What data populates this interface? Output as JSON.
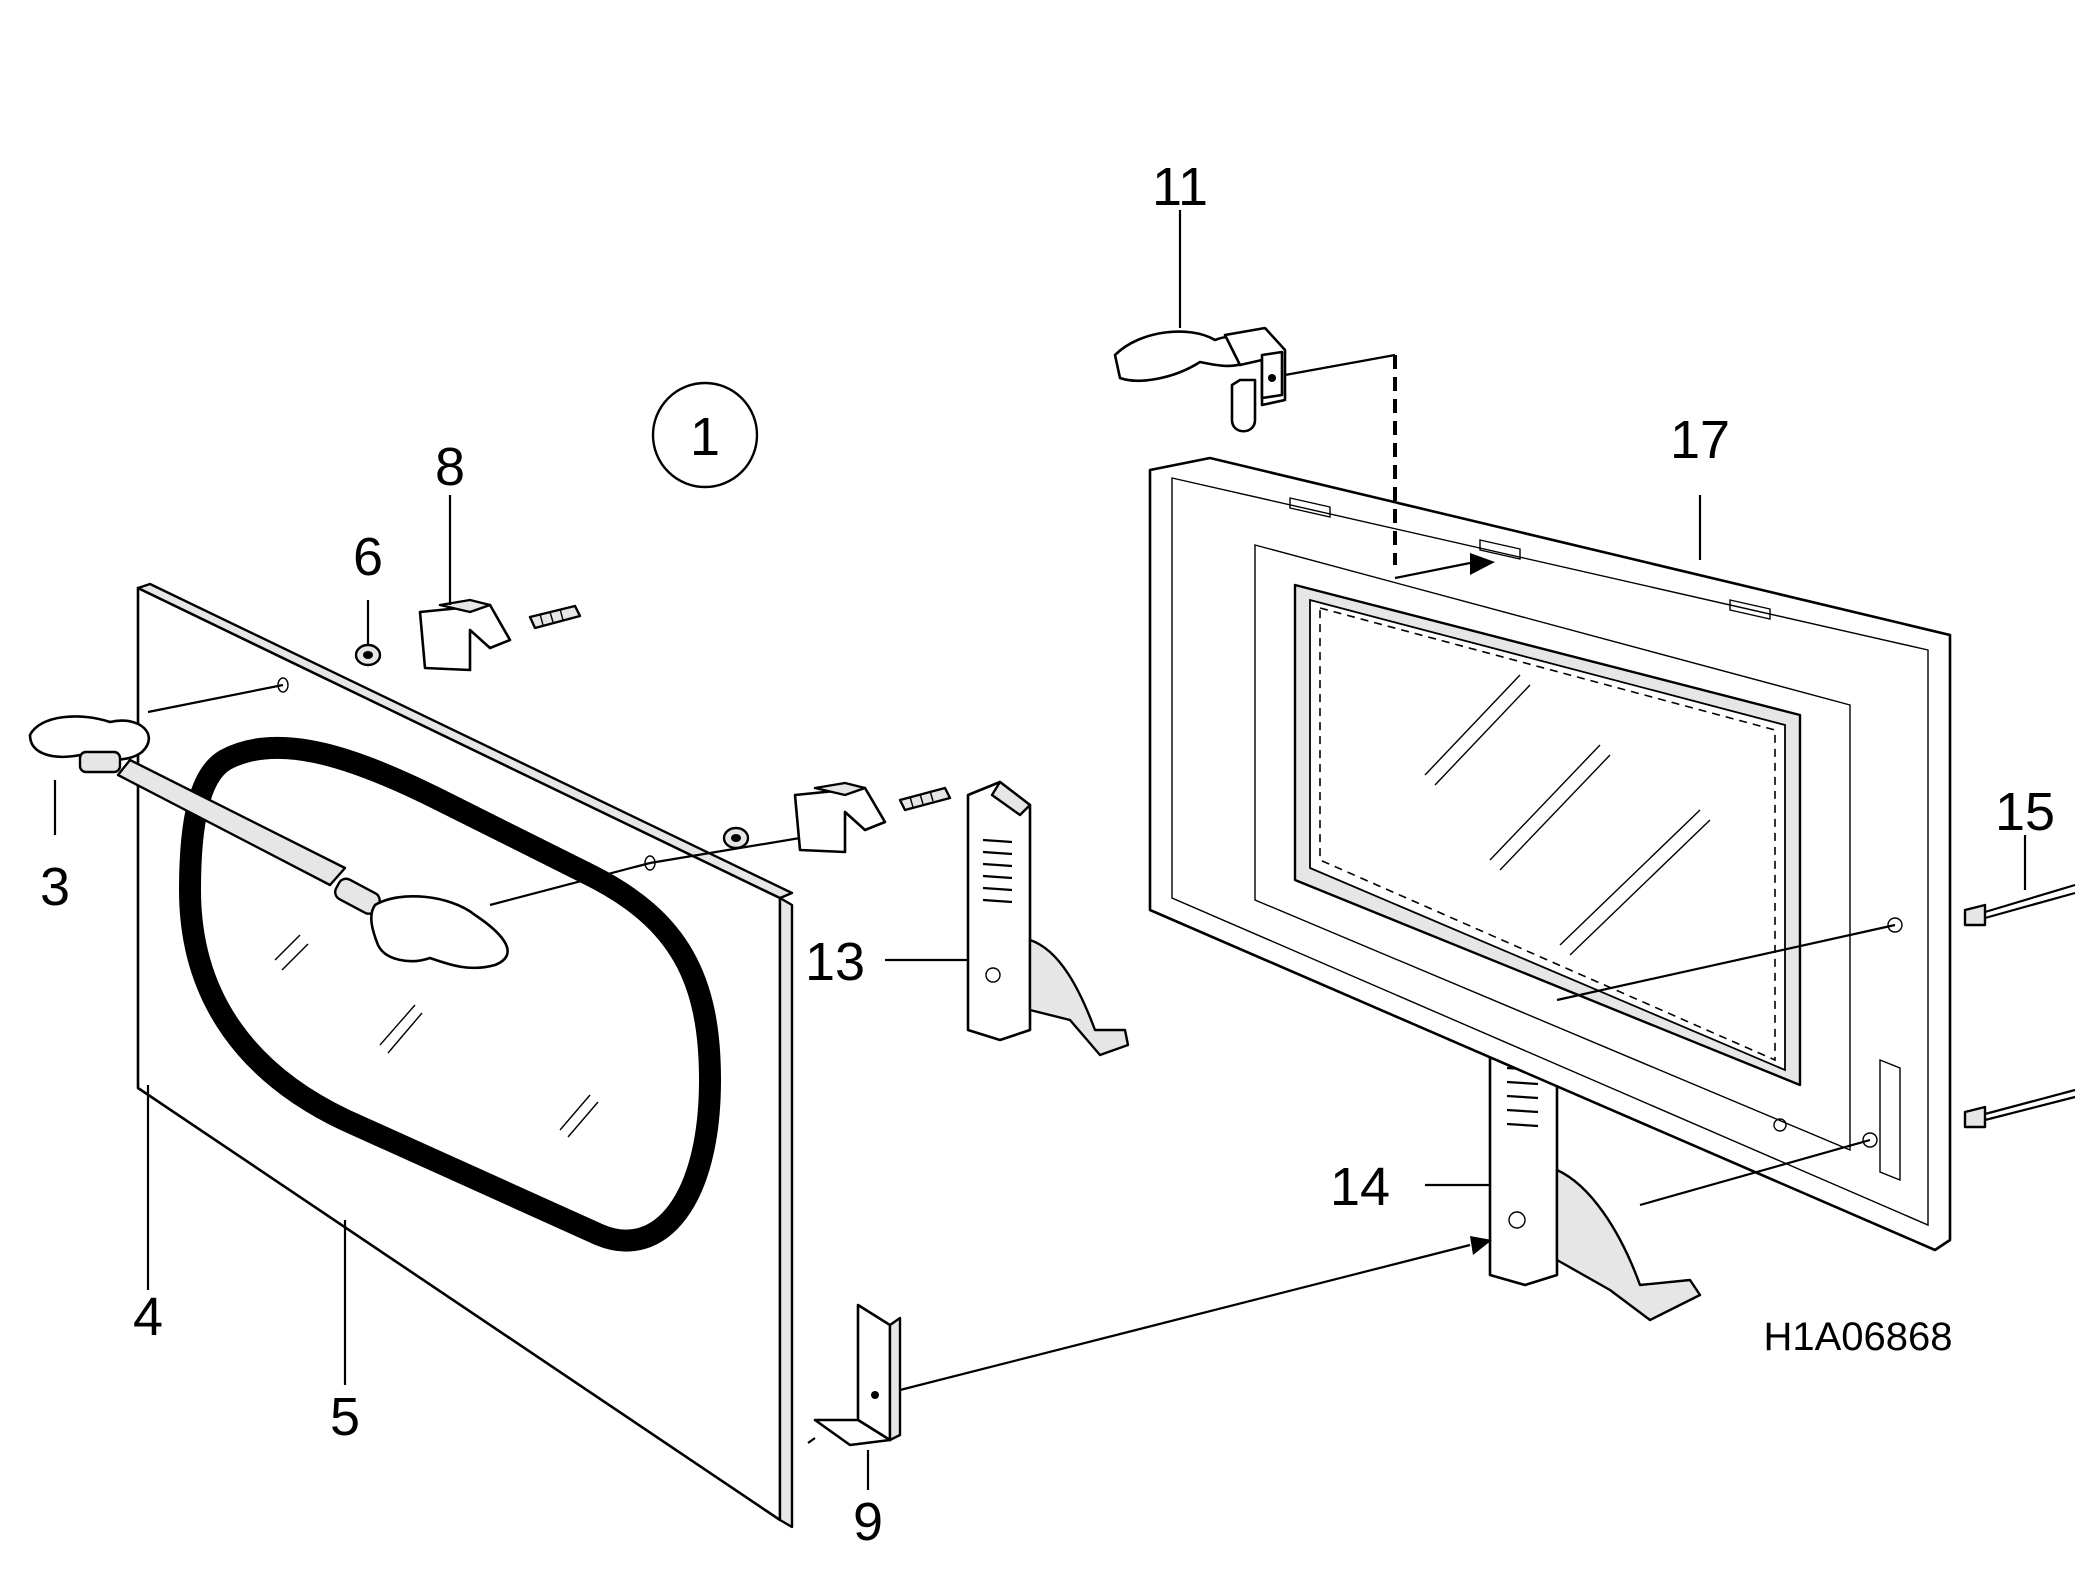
{
  "diagram": {
    "group_label": "1",
    "drawing_code": "H1A06868",
    "part_labels": [
      "3",
      "4",
      "5",
      "6",
      "8",
      "9",
      "11",
      "13",
      "14",
      "15",
      "17"
    ]
  }
}
